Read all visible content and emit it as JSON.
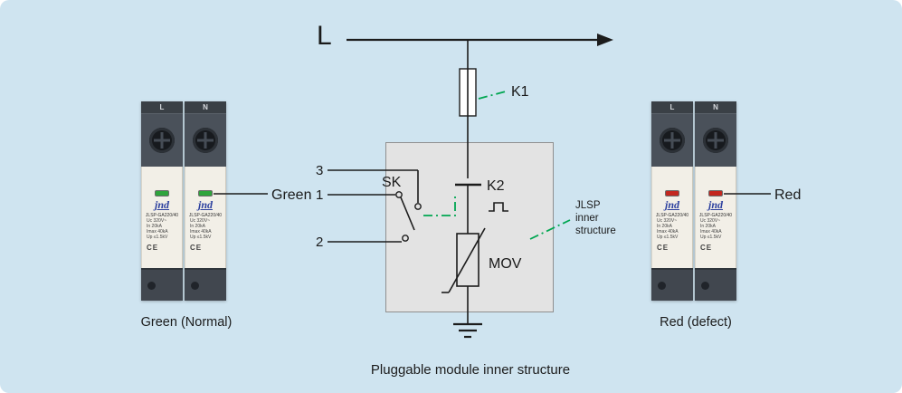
{
  "page": {
    "caption": "Pluggable module inner structure"
  },
  "circuit": {
    "line_label": "L",
    "fuse_label": "K1",
    "switch_label": "SK",
    "disconnector_label": "K2",
    "varistor_label": "MOV",
    "terminal_3": "3",
    "terminal_1": "1",
    "terminal_2": "2",
    "inner_note": {
      "line1": "JLSP",
      "line2": "inner",
      "line3": "structure"
    }
  },
  "devices": {
    "left": {
      "pointer_label": "Green",
      "caption": "Green (Normal)",
      "indicator_hex": "#2fa43c",
      "modules": [
        {
          "terminal": "L"
        },
        {
          "terminal": "N"
        }
      ]
    },
    "right": {
      "pointer_label": "Red",
      "caption": "Red (defect)",
      "indicator_hex": "#c3271f",
      "modules": [
        {
          "terminal": "L"
        },
        {
          "terminal": "N"
        }
      ]
    },
    "module_common": {
      "brand": "jnd",
      "model": "JLSP-GA220/40",
      "spec_lines": [
        "Uc  320V~",
        "In  20kA",
        "Imax 40kA",
        "Up ≤1.5kV"
      ],
      "ce_mark": "CE"
    }
  },
  "colors": {
    "background": "#cfe4f0",
    "wire": "#1c1c1c",
    "leader_green": "#00a651",
    "indicator_green": "#2fa43c",
    "indicator_red": "#c3271f",
    "module_dark": "#41474f",
    "module_body": "#f2efe7",
    "inner_box_fill": "#e3e3e3",
    "inner_box_stroke": "#8f8f8f",
    "brand_blue": "#2b3f9e"
  }
}
